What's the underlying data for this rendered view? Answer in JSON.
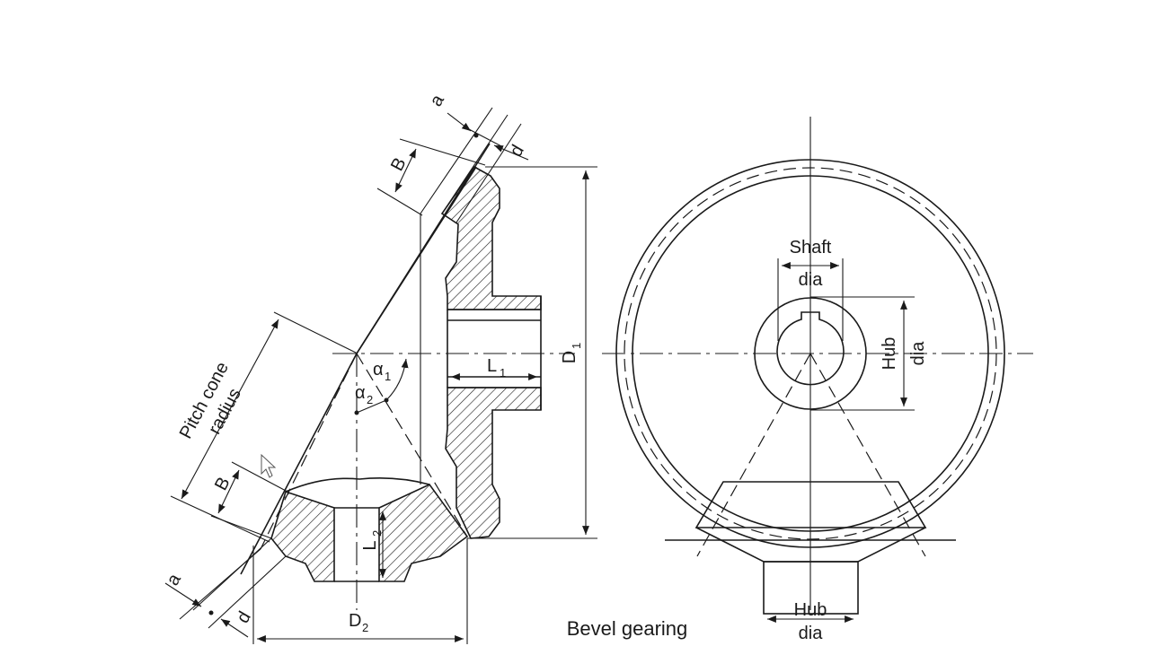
{
  "caption": "Bevel gearing",
  "labels": {
    "pitch_cone_radius_line1": "Pitch cone",
    "pitch_cone_radius_line2": "radius",
    "a_top": "a",
    "d_top": "d",
    "a_bottom": "a",
    "d_bottom": "d",
    "b_top": "B",
    "b_bottom": "B",
    "l1_main": "L",
    "l1_sub": "1",
    "l2_main": "L",
    "l2_sub": "2",
    "d1_main": "D",
    "d1_sub": "1",
    "d2_main": "D",
    "d2_sub": "2",
    "alpha1_main": "α",
    "alpha1_sub": "1",
    "alpha2_main": "α",
    "alpha2_sub": "2",
    "shaft_line1": "Shaft",
    "shaft_line2": "dia",
    "hub_right_line1": "Hub",
    "hub_right_line2": "dia",
    "hub_bottom_line1": "Hub",
    "hub_bottom_line2": "dia"
  },
  "colors": {
    "ink": "#1a1a1a",
    "background": "#ffffff"
  },
  "cursor_icon": "mouse-pointer-icon"
}
